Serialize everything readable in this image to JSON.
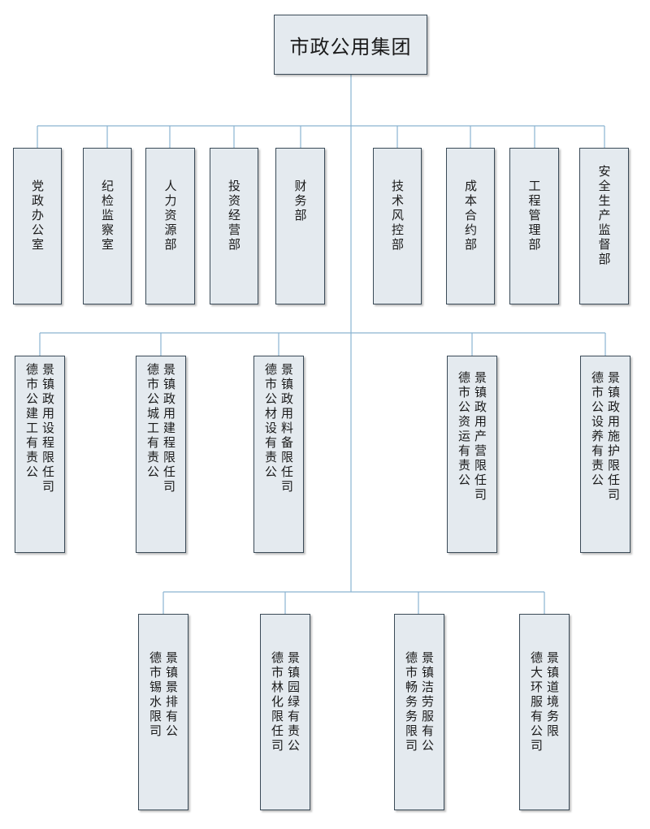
{
  "root": "市政公用集团",
  "departments": [
    {
      "name": "党政办公室"
    },
    {
      "name": "纪检监察室"
    },
    {
      "name": "人力资源部"
    },
    {
      "name": "投资经营部"
    },
    {
      "name": "财务部"
    },
    {
      "name": "技术风控部"
    },
    {
      "name": "成本合约部"
    },
    {
      "name": "工程管理部"
    },
    {
      "name": "安全生产监督部"
    }
  ],
  "companies_row1": [
    {
      "col1": "景镇政用设程限任司",
      "col2": "德市公建工有责公"
    },
    {
      "col1": "景镇政用建程限任司",
      "col2": "德市公城工有责公"
    },
    {
      "col1": "景镇政用料备限任司",
      "col2": "德市公材设有责公"
    },
    {
      "col1": "景镇政用产营限任司",
      "col2": "德市公资运有责公"
    },
    {
      "col1": "景镇政用施护限任司",
      "col2": "德市公设养有责公"
    }
  ],
  "companies_row2": [
    {
      "col1": "景镇景排有公",
      "col2": "德市锡水限司"
    },
    {
      "col1": "景镇园绿有责公",
      "col2": "德市林化限任司"
    },
    {
      "col1": "景镇洁劳服有公",
      "col2": "德市畅务务限司"
    },
    {
      "col1": "景镇道境务限",
      "col2": "德大环服有公司"
    }
  ]
}
